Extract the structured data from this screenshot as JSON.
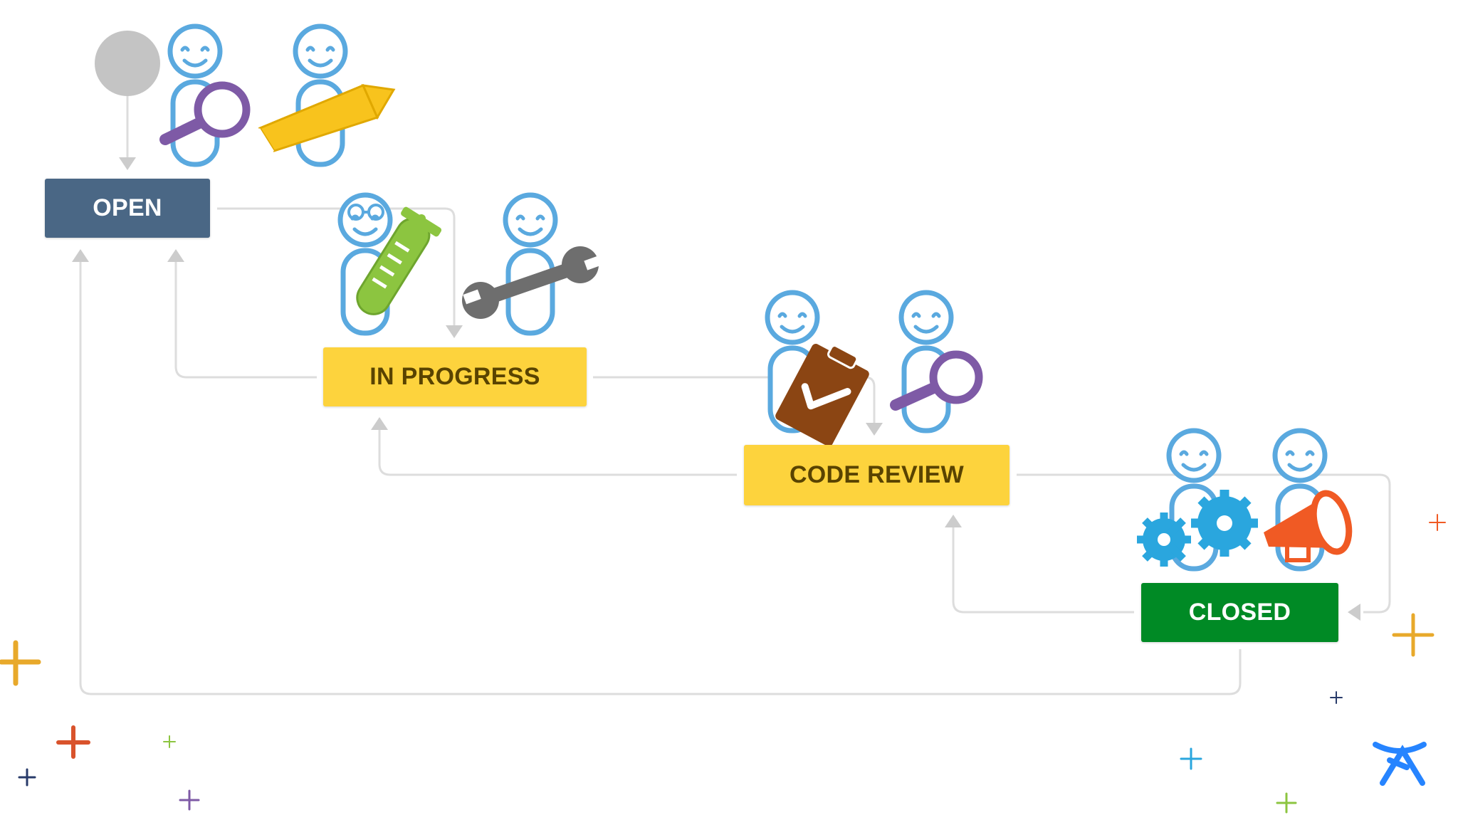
{
  "diagram": {
    "statuses": {
      "open": "OPEN",
      "in_progress": "IN PROGRESS",
      "code_review": "CODE REVIEW",
      "closed": "CLOSED"
    }
  },
  "colors": {
    "open": "#4a6785",
    "in_progress": "#fdd33d",
    "code_review": "#fdd33d",
    "closed": "#008a25",
    "connector": "#dddddd",
    "person_outline": "#5aa9df",
    "magnifier": "#7e5aa6",
    "pencil": "#f8c31d",
    "flask": "#8cc540",
    "wrench": "#6e6e6e",
    "clipboard": "#8b4513",
    "gears": "#2aa6de",
    "megaphone": "#f05a24"
  },
  "icons": [
    "start-node-icon",
    "magnifier-icon",
    "pencil-icon",
    "flask-icon",
    "wrench-icon",
    "clipboard-check-icon",
    "gears-icon",
    "megaphone-icon",
    "atlassian-logo-icon"
  ]
}
